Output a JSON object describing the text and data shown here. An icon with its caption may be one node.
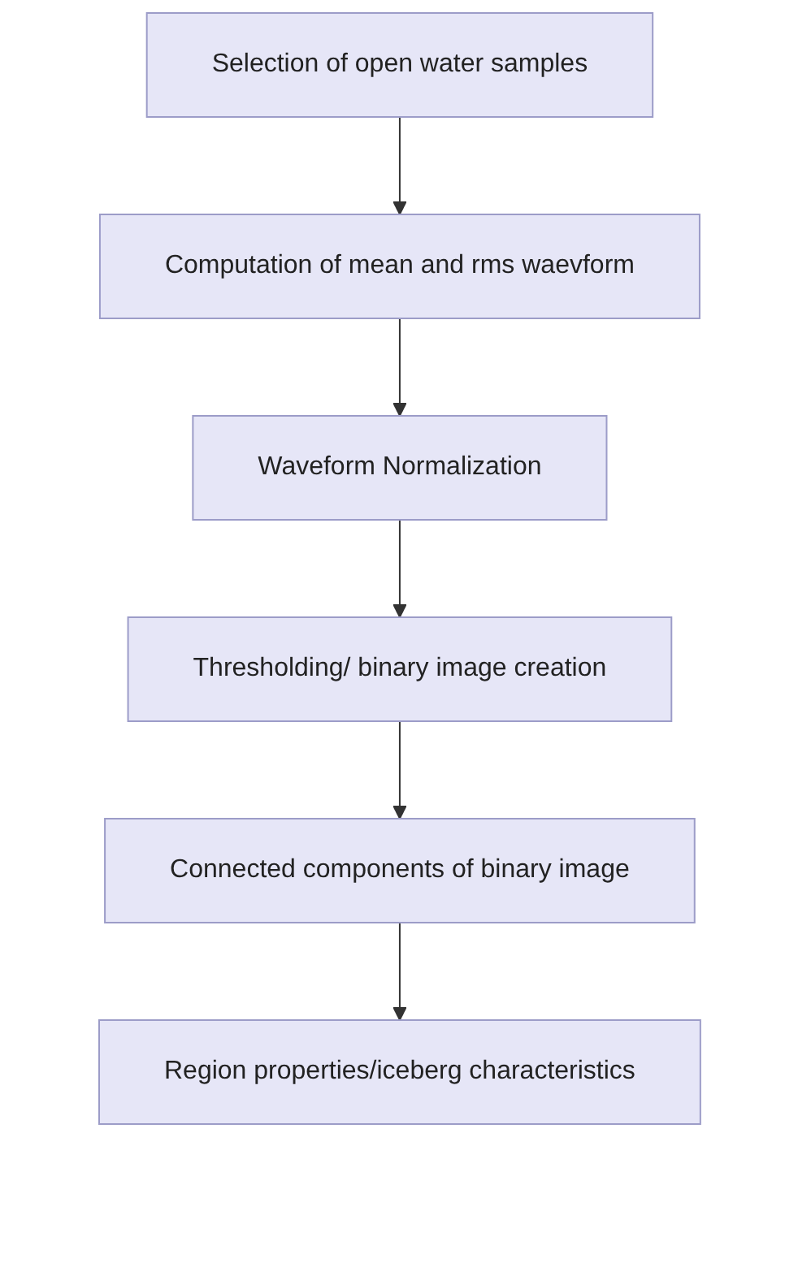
{
  "diagram": {
    "nodes": [
      {
        "text": [
          "Selection of open water samples"
        ]
      },
      {
        "text": [
          "Computation of mean and rms waevform"
        ]
      },
      {
        "text": [
          "Waveform Normalization"
        ]
      },
      {
        "text": [
          "Thresholding/ binary image creation"
        ]
      },
      {
        "text": [
          "Connected components of binary image"
        ]
      },
      {
        "text": [
          "Region properties/iceberg characteristics"
        ]
      }
    ],
    "edges": [
      {
        "from": 0,
        "to": 1,
        "arrow": "to"
      },
      {
        "from": 1,
        "to": 2,
        "arrow": "to"
      },
      {
        "from": 2,
        "to": 3,
        "arrow": "to"
      },
      {
        "from": 3,
        "to": 4,
        "arrow": "to"
      },
      {
        "from": 4,
        "to": 5,
        "arrow": "to"
      }
    ]
  }
}
